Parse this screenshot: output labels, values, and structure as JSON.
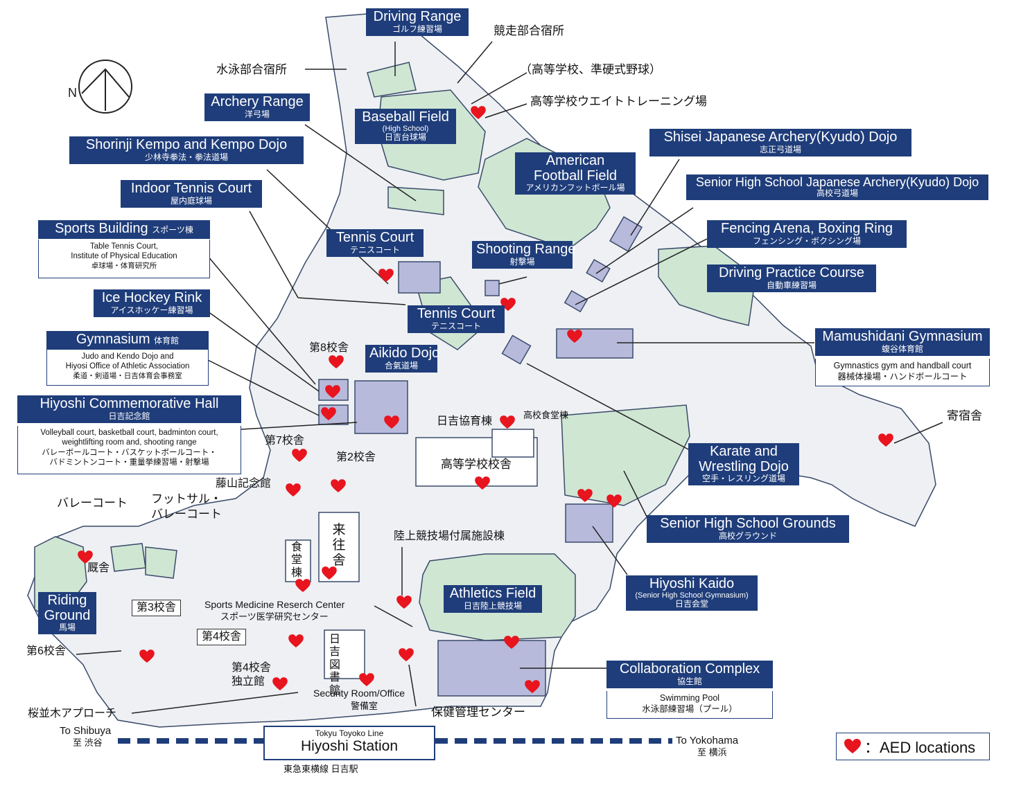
{
  "map": {
    "labels": {
      "driving_range": {
        "en": "Driving Range",
        "ja": "ゴルフ練習場"
      },
      "archery_range": {
        "en": "Archery Range",
        "ja": "洋弓場"
      },
      "shorinji": {
        "en": "Shorinji Kempo and Kempo Dojo",
        "ja": "少林寺拳法・拳法道場"
      },
      "indoor_tennis": {
        "en": "Indoor Tennis Court",
        "ja": "屋内庭球場"
      },
      "sports_building": {
        "en": "Sports Building",
        "ja": "スポーツ棟",
        "desc1": "Table Tennis Court,",
        "desc2": "Institute of Physical Education",
        "desc3": "卓球場・体育研究所"
      },
      "ice_hockey": {
        "en": "Ice Hockey Rink",
        "ja": "アイスホッケー練習場"
      },
      "gymnasium": {
        "en": "Gymnasium",
        "ja": "体育館",
        "desc1": "Judo and Kendo Dojo and",
        "desc2": "Hiyosi Office of Athletic Association",
        "desc3": "柔道・剣道場・日吉体育会事務室"
      },
      "commemorative_hall": {
        "en": "Hiyoshi Commemorative Hall",
        "ja": "日吉記念館",
        "desc1": "Volleyball court, basketball court, badminton court,",
        "desc2": "weightlifting room and, shooting range",
        "desc3": "バレーボールコート・バスケットボールコート・",
        "desc4": "バドミントンコート・重量挙練習場・射撃場"
      },
      "riding_ground": {
        "en1": "Riding",
        "en2": "Ground",
        "ja": "馬場"
      },
      "baseball_field": {
        "en": "Baseball Field",
        "sub": "(High School)",
        "ja": "日吉台球場"
      },
      "american_football": {
        "en1": "American",
        "en2": "Football Field",
        "ja": "アメリカンフットボール場"
      },
      "tennis_court_1": {
        "en": "Tennis Court",
        "ja": "テニスコート"
      },
      "tennis_court_2": {
        "en": "Tennis Court",
        "ja": "テニスコート"
      },
      "shooting_range": {
        "en": "Shooting Range",
        "ja": "射撃場"
      },
      "aikido_dojo": {
        "en": "Aikido Dojo",
        "ja": "合氣道場"
      },
      "shisei_kyudo": {
        "en": "Shisei Japanese Archery(Kyudo) Dojo",
        "ja": "志正弓道場"
      },
      "senior_kyudo": {
        "en": "Senior High School Japanese Archery(Kyudo) Dojo",
        "ja": "高校弓道場"
      },
      "fencing": {
        "en": "Fencing Arena, Boxing Ring",
        "ja": "フェンシング・ボクシング場"
      },
      "driving_practice": {
        "en": "Driving Practice Course",
        "ja": "自動車練習場"
      },
      "mamushidani": {
        "en": "Mamushidani Gymnasium",
        "ja": "蝮谷体育館",
        "desc1": "Gymnastics gym and handball court",
        "desc2": "器械体操場・ハンドボールコート"
      },
      "karate": {
        "en1": "Karate and",
        "en2": "Wrestling Dojo",
        "ja": "空手・レスリング道場"
      },
      "senior_grounds": {
        "en": "Senior High School Grounds",
        "ja": "高校グラウンド"
      },
      "hiyoshi_kaido": {
        "en": "Hiyoshi Kaido",
        "sub": "(Senior High School Gymnasium)",
        "ja": "日吉会堂"
      },
      "athletics_field": {
        "en": "Athletics Field",
        "ja": "日吉陸上競技場"
      },
      "collaboration": {
        "en": "Collaboration Complex",
        "ja": "協生館",
        "desc1": "Swimming Pool",
        "desc2": "水泳部練習場（プール）"
      }
    },
    "texts": {
      "racing_dorm": "競走部合宿所",
      "swim_dorm": "水泳部合宿所",
      "hs_baseball": "（高等学校、準硬式野球）",
      "hs_weight": "高等学校ウエイトトレーニング場",
      "building8": "第8校舎",
      "hiyoshi_kyoiku": "日吉協育棟",
      "hs_cafeteria": "高校食堂棟",
      "dormitory": "寄宿舎",
      "building7": "第7校舎",
      "building2": "第2校舎",
      "hs_building": "高等学校校舎",
      "fujiyama": "藤山記念館",
      "volley_court": "バレーコート",
      "futsal_1": "フットサル・",
      "futsal_2": "バレーコート",
      "athletics_annex": "陸上競技場付属施設棟",
      "stable": "厩舎",
      "building3": "第3校舎",
      "sports_medicine_en": "Sports Medicine Reserch Center",
      "sports_medicine_ja": "スポーツ医学研究センター",
      "building4": "第4校舎",
      "building6": "第6校舎",
      "building4_ind_1": "第4校舎",
      "building4_ind_2": "独立館",
      "security_en": "Security Room/Office",
      "security_ja": "警備室",
      "health_center": "保健管理センター",
      "sakura_approach": "桜並木アプローチ",
      "to_shibuya_en": "To Shibuya",
      "to_shibuya_ja": "至 渋谷",
      "to_yokohama_en": "To Yokohama",
      "to_yokohama_ja": "至 横浜",
      "station_ja": "東急東横線 日吉駅",
      "raiousha": "来往舎",
      "shokudo": "食堂棟",
      "library": "日吉図書館"
    },
    "station": {
      "line": "Tokyu Toyoko Line",
      "name": "Hiyoshi Station"
    },
    "legend": {
      "label": "：AED locations"
    },
    "colors": {
      "label_bg": "#1f3d7a",
      "ground": "#eef0f3",
      "green": "#cfe6d3",
      "building": "#b7badb",
      "heart": "#e8141e"
    }
  }
}
